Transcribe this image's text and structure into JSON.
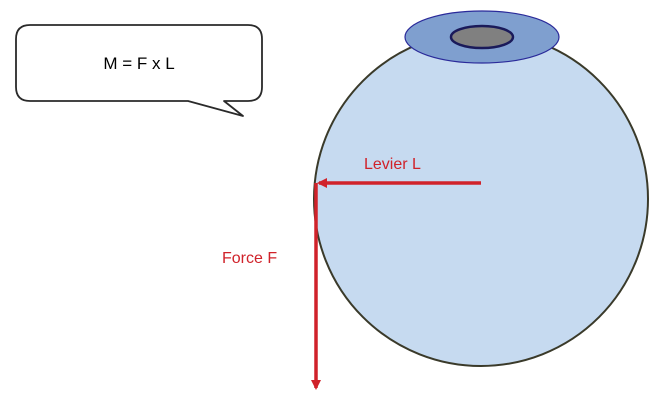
{
  "equation": "M = F x L",
  "lever_label": "Levier L",
  "force_label": "Force F",
  "colors": {
    "eyeball_fill": "#c6daf0",
    "eyeball_stroke": "#3a3a2a",
    "cornea_fill": "#7f9fcf",
    "cornea_stroke": "#2a2a9a",
    "pupil_fill": "#808080",
    "pupil_stroke": "#1a1a5a",
    "arrow": "#d0222a",
    "label": "#d0222a"
  }
}
